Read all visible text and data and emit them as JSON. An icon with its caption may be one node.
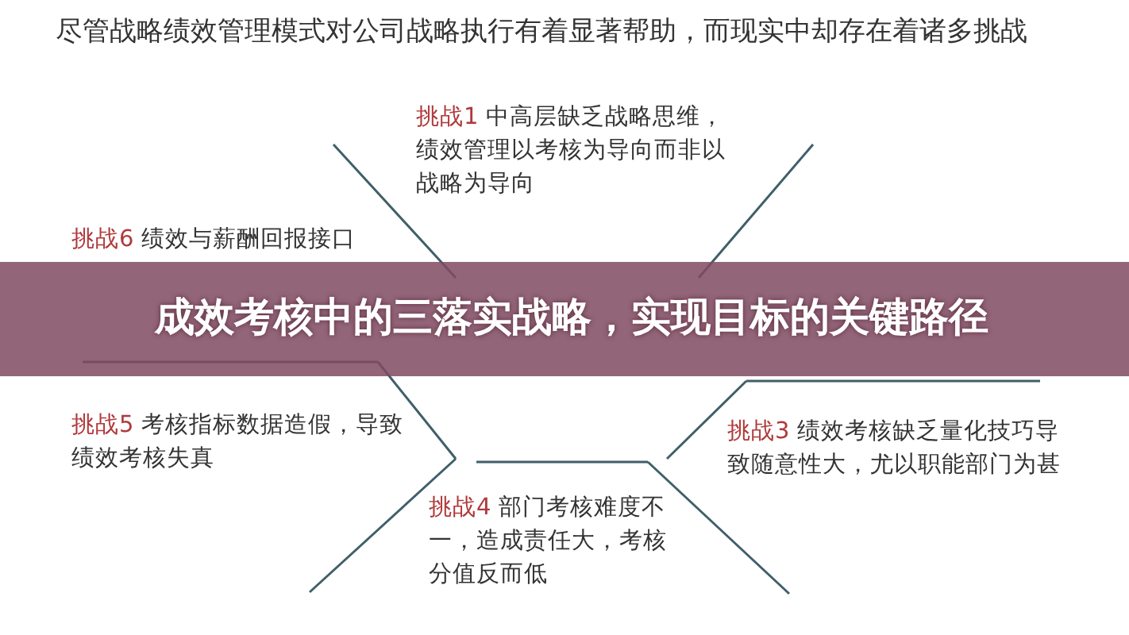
{
  "diagram": {
    "title": "成效考核中的三落实战略，实现目标的关键路径",
    "labels": [
      "尽管战略绩效管理模式对公司战略执行有着显著帮助，而现实中却存在着诸多挑战",
      "挑战1",
      "中高层缺乏战略思维，绩效管理以考核为导向而非以战略为导向",
      "挑战6",
      "绩效与薪酬回报接口",
      "挑战5",
      "考核指标数据造假，导致绩效考核失真",
      "挑战3",
      "绩效考核缺乏量化技巧导致随意性大，尤以职能部门为甚",
      "挑战4",
      "部门考核难度不一，造成责任大，考核分值反而低"
    ]
  }
}
